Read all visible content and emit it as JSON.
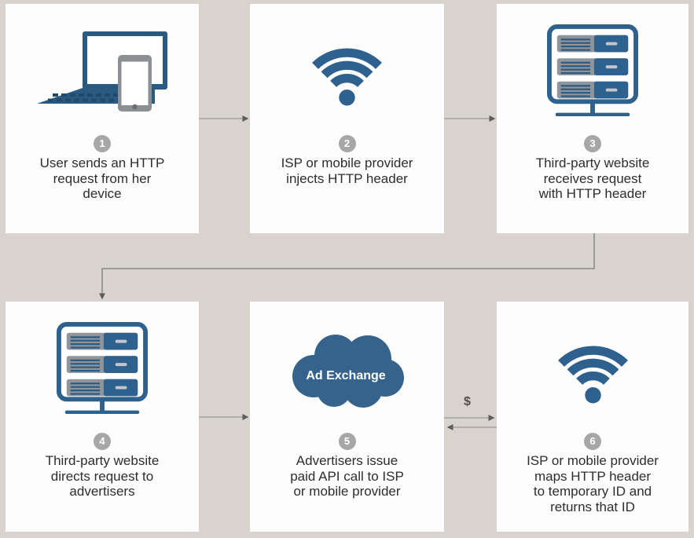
{
  "diagram": {
    "dollar_label": "$",
    "colors": {
      "background": "#d8d4cd",
      "card_white": "#fdfdfd",
      "accent_blue": "#2e618e",
      "laptop_blue": "#2b5a80",
      "blade_gray": "#8f959b",
      "badge_gray": "#a7a7a7",
      "arrow_gray": "#9a9a9a",
      "text_dark": "#2d2d2d"
    }
  },
  "cards": [
    {
      "number": "1",
      "icon": "laptop-phone-icon",
      "line1": "User sends an HTTP",
      "line2": "request from her",
      "line3": "device"
    },
    {
      "number": "2",
      "icon": "wifi-icon",
      "line1": "ISP or mobile provider",
      "line2": "injects HTTP header"
    },
    {
      "number": "3",
      "icon": "server-icon",
      "line1": "Third-party website",
      "line2": "receives request",
      "line3": "with HTTP header"
    },
    {
      "number": "4",
      "icon": "server-icon",
      "line1": "Third-party website",
      "line2": "directs request to",
      "line3": "advertisers"
    },
    {
      "number": "5",
      "icon": "cloud-icon",
      "cloud_label": "Ad Exchange",
      "line1": "Advertisers issue",
      "line2": "paid API call to ISP",
      "line3": "or mobile provider"
    },
    {
      "number": "6",
      "icon": "wifi-icon",
      "line1": "ISP or mobile provider",
      "line2": "maps HTTP header",
      "line3": "to temporary ID and",
      "line4": "returns that ID"
    }
  ]
}
